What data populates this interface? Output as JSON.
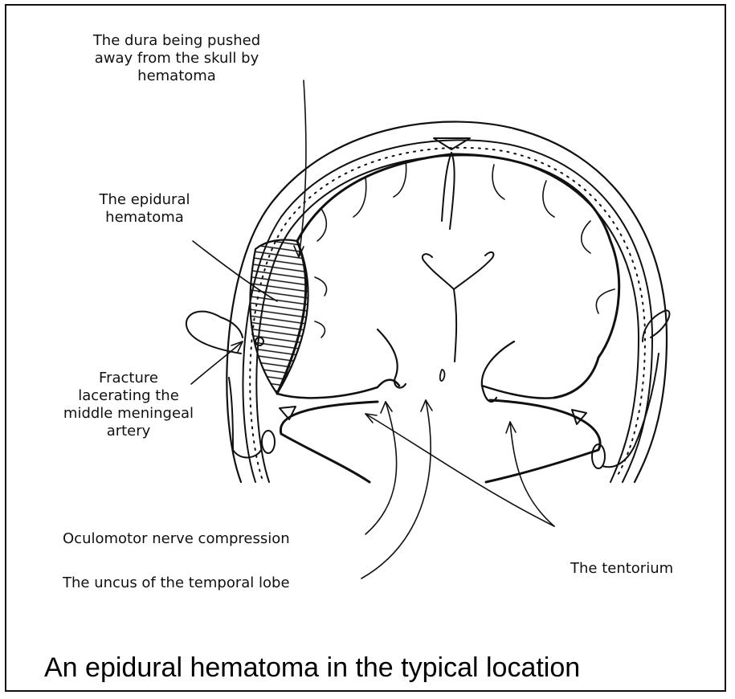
{
  "labels": {
    "dura": "The dura being pushed away from the skull by hematoma",
    "dura_line1": "The dura being pushed",
    "dura_line2": "away from the skull by",
    "dura_line3": "hematoma",
    "epidural_line1": "The epidural",
    "epidural_line2": "hematoma",
    "fracture_line1": "Fracture",
    "fracture_line2": "lacerating the",
    "fracture_line3": "middle meningeal",
    "fracture_line4": "artery",
    "oculomotor": "Oculomotor nerve compression",
    "uncus": "The uncus of the temporal lobe",
    "tentorium": "The tentorium"
  },
  "caption": "An epidural hematoma in the typical location"
}
